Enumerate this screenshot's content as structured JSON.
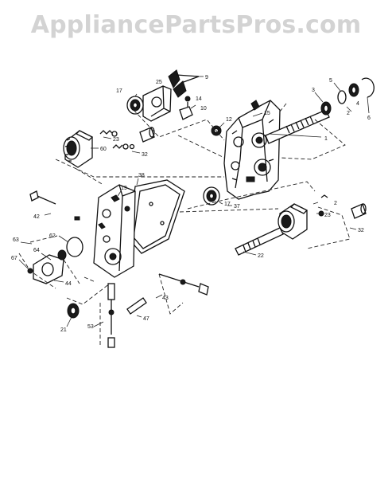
{
  "watermark": "AppliancePartsPros.com",
  "callouts": [
    {
      "id": "c9",
      "text": "9"
    },
    {
      "id": "c25",
      "text": "25"
    },
    {
      "id": "c17a",
      "text": "17"
    },
    {
      "id": "c14",
      "text": "14"
    },
    {
      "id": "c10",
      "text": "10"
    },
    {
      "id": "c12",
      "text": "12"
    },
    {
      "id": "c15",
      "text": "15"
    },
    {
      "id": "c3",
      "text": "3"
    },
    {
      "id": "c5",
      "text": "5"
    },
    {
      "id": "c4",
      "text": "4"
    },
    {
      "id": "c2a",
      "text": "2"
    },
    {
      "id": "c6",
      "text": "6"
    },
    {
      "id": "c1",
      "text": "1"
    },
    {
      "id": "c23a",
      "text": "23"
    },
    {
      "id": "c60",
      "text": "60"
    },
    {
      "id": "c32a",
      "text": "32"
    },
    {
      "id": "c38",
      "text": "38"
    },
    {
      "id": "c19",
      "text": "19"
    },
    {
      "id": "c17b",
      "text": "17"
    },
    {
      "id": "c37",
      "text": "37"
    },
    {
      "id": "c2b",
      "text": "2"
    },
    {
      "id": "c23b",
      "text": "23"
    },
    {
      "id": "c32b",
      "text": "32"
    },
    {
      "id": "c42",
      "text": "42"
    },
    {
      "id": "c63",
      "text": "63"
    },
    {
      "id": "c62",
      "text": "62"
    },
    {
      "id": "c64",
      "text": "64"
    },
    {
      "id": "c67",
      "text": "67"
    },
    {
      "id": "c44",
      "text": "44"
    },
    {
      "id": "c22",
      "text": "22"
    },
    {
      "id": "c43",
      "text": "43"
    },
    {
      "id": "c21",
      "text": "21"
    },
    {
      "id": "c53",
      "text": "53"
    },
    {
      "id": "c47",
      "text": "47"
    }
  ]
}
